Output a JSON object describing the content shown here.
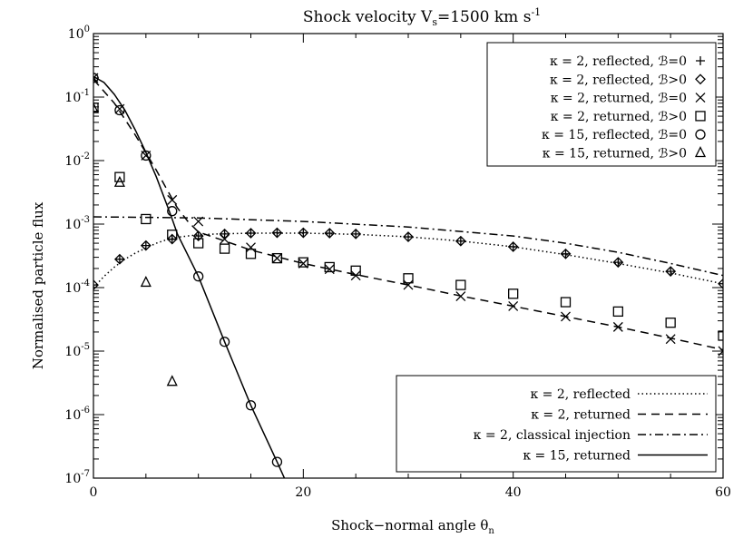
{
  "chart_data": {
    "type": "scatter",
    "title": {
      "main": "Shock velocity V",
      "sub": "s",
      "mid": "=1500 km s",
      "sup": "-1"
    },
    "xlabel": {
      "main": "Shock−normal angle θ",
      "sub": "n"
    },
    "ylabel": "Normalised particle flux",
    "xlim": [
      0,
      60
    ],
    "ylim": [
      1e-07,
      1
    ],
    "yscale": "log",
    "x_ticks": [
      "0",
      "20",
      "40",
      "60"
    ],
    "y_ticks": [
      {
        "base": "10",
        "exp": "0"
      },
      {
        "base": "10",
        "exp": "-1"
      },
      {
        "base": "10",
        "exp": "-2"
      },
      {
        "base": "10",
        "exp": "-3"
      },
      {
        "base": "10",
        "exp": "-4"
      },
      {
        "base": "10",
        "exp": "-5"
      },
      {
        "base": "10",
        "exp": "-6"
      },
      {
        "base": "10",
        "exp": "-7"
      }
    ],
    "legend_top": {
      "position": "top-right",
      "entries": [
        {
          "text": "κ = 2, reflected, ℬ=0",
          "marker": "plus"
        },
        {
          "text": "κ = 2, reflected, ℬ>0",
          "marker": "diamond"
        },
        {
          "text": "κ = 2, returned, ℬ=0",
          "marker": "cross"
        },
        {
          "text": "κ = 2, returned, ℬ>0",
          "marker": "square"
        },
        {
          "text": "κ = 15, reflected, ℬ=0",
          "marker": "circle"
        },
        {
          "text": "κ = 15, returned, ℬ>0",
          "marker": "triangle"
        }
      ]
    },
    "legend_bottom": {
      "position": "bottom-right",
      "entries": [
        {
          "text": "κ = 2, reflected",
          "dash": "dotted"
        },
        {
          "text": "κ = 2, returned",
          "dash": "dashed"
        },
        {
          "text": "κ = 2, classical injection",
          "dash": "dashdot"
        },
        {
          "text": "κ = 15, returned",
          "dash": "solid"
        }
      ]
    },
    "lines": [
      {
        "dash": "dotted",
        "x": [
          0,
          1,
          2,
          3,
          4,
          5,
          6,
          7,
          8,
          9,
          10,
          12,
          15,
          20,
          25,
          30,
          35,
          40,
          45,
          50,
          55,
          60
        ],
        "y": [
          0.0001,
          0.00015,
          0.00021,
          0.00028,
          0.00035,
          0.00042,
          0.0005,
          0.00057,
          0.00062,
          0.00065,
          0.00068,
          0.0007,
          0.00072,
          0.00072,
          0.00069,
          0.00063,
          0.00054,
          0.00044,
          0.00033,
          0.00024,
          0.00017,
          0.000115
        ]
      },
      {
        "dash": "dashed",
        "x": [
          0,
          2,
          4,
          6,
          7,
          8,
          9,
          10,
          12,
          15,
          20,
          25,
          30,
          35,
          40,
          45,
          50,
          55,
          60
        ],
        "y": [
          0.19,
          0.08,
          0.025,
          0.007,
          0.0035,
          0.0018,
          0.0011,
          0.00075,
          0.00058,
          0.00039,
          0.00024,
          0.00016,
          0.00011,
          7.4e-05,
          5.1e-05,
          3.5e-05,
          2.4e-05,
          1.6e-05,
          1.05e-05
        ]
      },
      {
        "dash": "dashdot",
        "x": [
          0,
          10,
          20,
          30,
          40,
          45,
          50,
          55,
          60
        ],
        "y": [
          0.0013,
          0.00125,
          0.0011,
          0.0009,
          0.00065,
          0.0005,
          0.00036,
          0.00024,
          0.000155
        ]
      },
      {
        "dash": "solid",
        "x": [
          0,
          1,
          2,
          3,
          4,
          5,
          6,
          7,
          7.5,
          8,
          10,
          12.5,
          15,
          17.5,
          18.2
        ],
        "y": [
          0.21,
          0.17,
          0.11,
          0.062,
          0.03,
          0.0135,
          0.0055,
          0.002,
          0.0012,
          0.0007,
          0.00015,
          1.4e-05,
          1.4e-06,
          1.8e-07,
          1e-07
        ]
      }
    ],
    "series": [
      {
        "marker": "plus",
        "x": [
          0,
          2.5,
          5,
          7.5,
          10,
          12.5,
          15,
          17.5,
          20,
          22.5,
          25,
          30,
          35,
          40,
          45,
          50,
          55,
          60
        ],
        "y": [
          0.00011,
          0.00028,
          0.00046,
          0.00058,
          0.00065,
          0.0007,
          0.00072,
          0.00073,
          0.00073,
          0.00072,
          0.0007,
          0.00063,
          0.00054,
          0.00044,
          0.00034,
          0.00025,
          0.00018,
          0.000115
        ]
      },
      {
        "marker": "diamond",
        "x": [
          0,
          2.5,
          5,
          7.5,
          10,
          12.5,
          15,
          17.5,
          20,
          22.5,
          25,
          30,
          35,
          40,
          45,
          50,
          55,
          60
        ],
        "y": [
          0.00011,
          0.00028,
          0.00046,
          0.00058,
          0.00065,
          0.0007,
          0.00072,
          0.00073,
          0.00073,
          0.00072,
          0.0007,
          0.00063,
          0.00054,
          0.00044,
          0.00034,
          0.00025,
          0.00018,
          0.000115
        ]
      },
      {
        "marker": "cross",
        "x": [
          0,
          2.5,
          5,
          7.5,
          10,
          12.5,
          15,
          17.5,
          20,
          22.5,
          25,
          30,
          35,
          40,
          45,
          50,
          55,
          60
        ],
        "y": [
          0.2,
          0.065,
          0.012,
          0.0024,
          0.0011,
          0.00058,
          0.00043,
          0.00029,
          0.00024,
          0.000195,
          0.000155,
          0.00011,
          7.3e-05,
          5.1e-05,
          3.5e-05,
          2.4e-05,
          1.55e-05,
          1e-05
        ]
      },
      {
        "marker": "square",
        "x": [
          0,
          2.5,
          5,
          7.5,
          10,
          12.5,
          15,
          17.5,
          20,
          22.5,
          25,
          30,
          35,
          40,
          45,
          50,
          55,
          60
        ],
        "y": [
          0.068,
          0.0055,
          0.0012,
          0.00068,
          0.0005,
          0.00041,
          0.00034,
          0.00029,
          0.00025,
          0.00021,
          0.000185,
          0.00014,
          0.00011,
          8e-05,
          5.9e-05,
          4.2e-05,
          2.8e-05,
          1.75e-05
        ]
      },
      {
        "marker": "circle",
        "x": [
          0,
          2.5,
          5,
          7.5,
          10,
          12.5,
          15,
          17.5
        ],
        "y": [
          0.2,
          0.062,
          0.012,
          0.0016,
          0.00015,
          1.4e-05,
          1.4e-06,
          1.8e-07
        ]
      },
      {
        "marker": "triangle",
        "x": [
          0,
          2.5,
          5,
          7.5
        ],
        "y": [
          0.065,
          0.0045,
          0.00012,
          3.3e-06
        ]
      }
    ]
  }
}
